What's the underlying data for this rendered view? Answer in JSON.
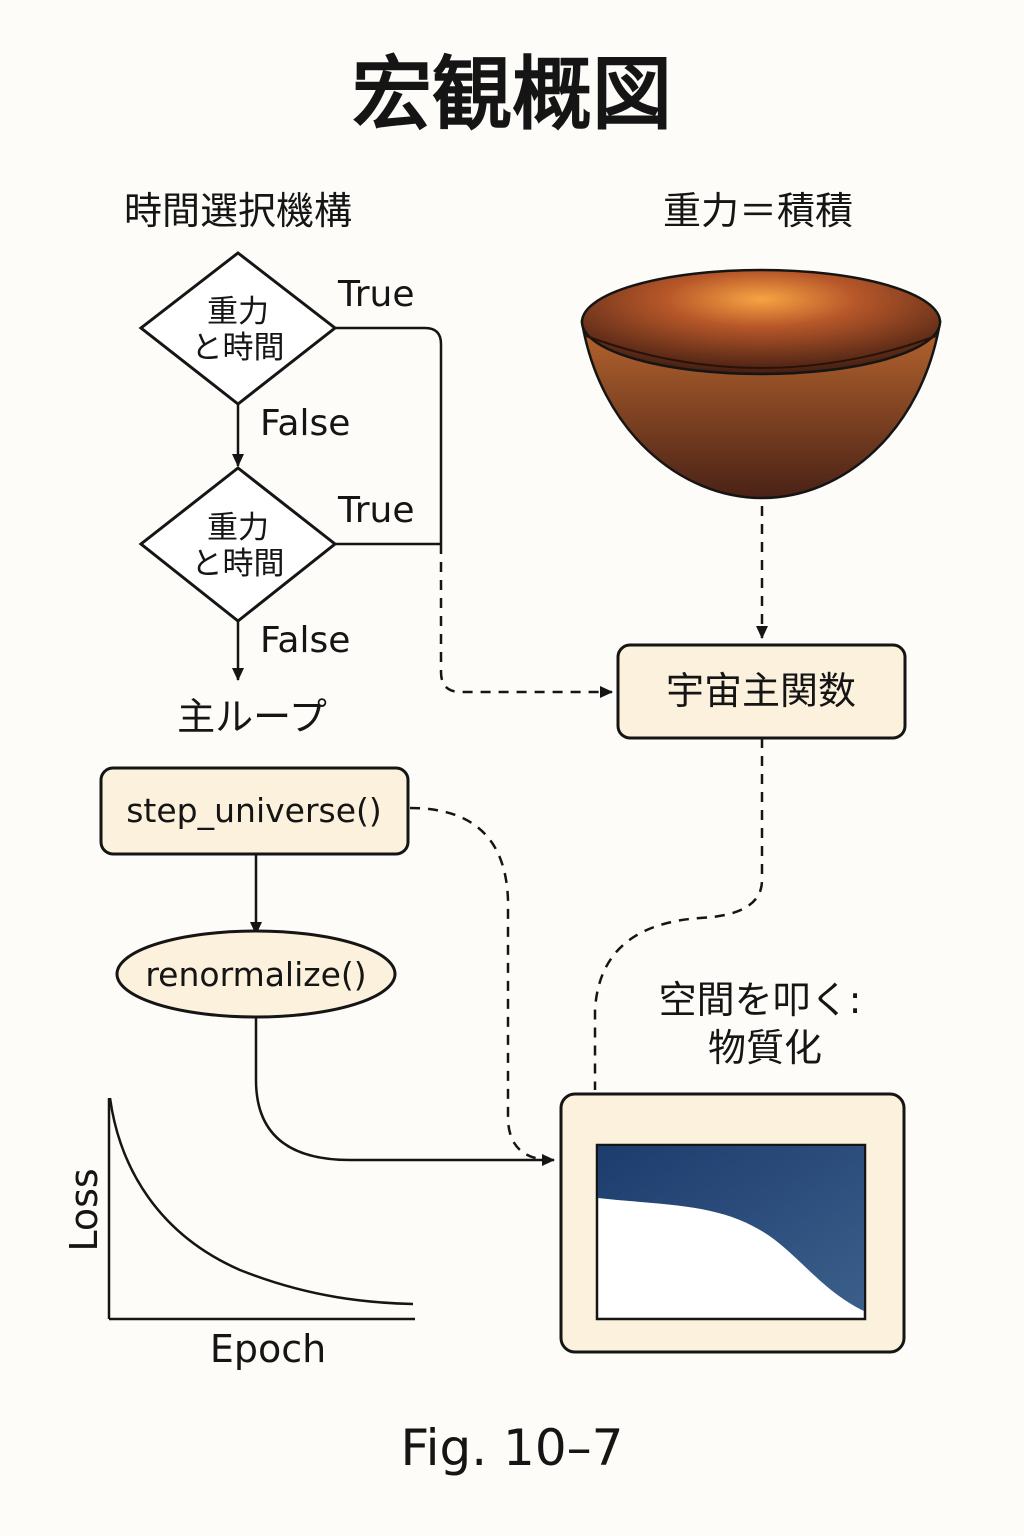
{
  "title": "宏観概図",
  "left_heading": "時間選択機構",
  "right_heading": "重力＝積積",
  "decision_1": {
    "line1": "重力",
    "line2": "と時間",
    "true_label": "True",
    "false_label": "False"
  },
  "decision_2": {
    "line1": "重力",
    "line2": "と時間",
    "true_label": "True",
    "false_label": "False"
  },
  "main_loop_label": "主ループ",
  "step_function": "step_universe()",
  "renormalize_function": "renormalize()",
  "cosmic_function": "宇宙主関数",
  "materialize_label": {
    "line1": "空間を叩く:",
    "line2": "物質化"
  },
  "loss_chart": {
    "ylabel": "Loss",
    "xlabel": "Epoch"
  },
  "figure_caption": "Fig. 10–7",
  "colors": {
    "node_fill": "#fbf1dc",
    "bowl_inner": "#f39a3e",
    "bowl_outer": "#3a1a10",
    "panel_blue": "#1f3f72"
  }
}
